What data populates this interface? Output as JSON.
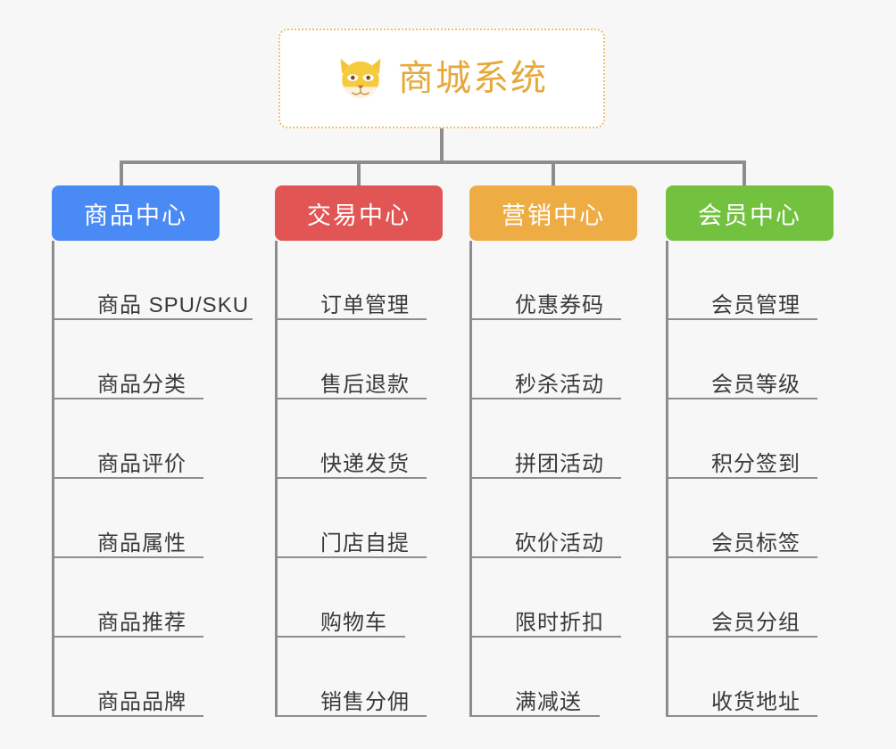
{
  "background_color": "#f7f7f7",
  "connector_color": "#8d8d8d",
  "root": {
    "icon": "shiba-dog-face-icon",
    "title": "商城系统",
    "text_color": "#e5a93a",
    "border_color": "#f0c070",
    "background_color": "#ffffff"
  },
  "branches": [
    {
      "title": "商品中心",
      "color": "#4a8af4",
      "items": [
        "商品 SPU/SKU",
        "商品分类",
        "商品评价",
        "商品属性",
        "商品推荐",
        "商品品牌"
      ]
    },
    {
      "title": "交易中心",
      "color": "#e25555",
      "items": [
        "订单管理",
        "售后退款",
        "快递发货",
        "门店自提",
        "购物车",
        "销售分佣"
      ]
    },
    {
      "title": "营销中心",
      "color": "#eeac44",
      "items": [
        "优惠券码",
        "秒杀活动",
        "拼团活动",
        "砍价活动",
        "限时折扣",
        "满减送"
      ]
    },
    {
      "title": "会员中心",
      "color": "#73c23f",
      "items": [
        "会员管理",
        "会员等级",
        "积分签到",
        "会员标签",
        "会员分组",
        "收货地址"
      ]
    }
  ]
}
